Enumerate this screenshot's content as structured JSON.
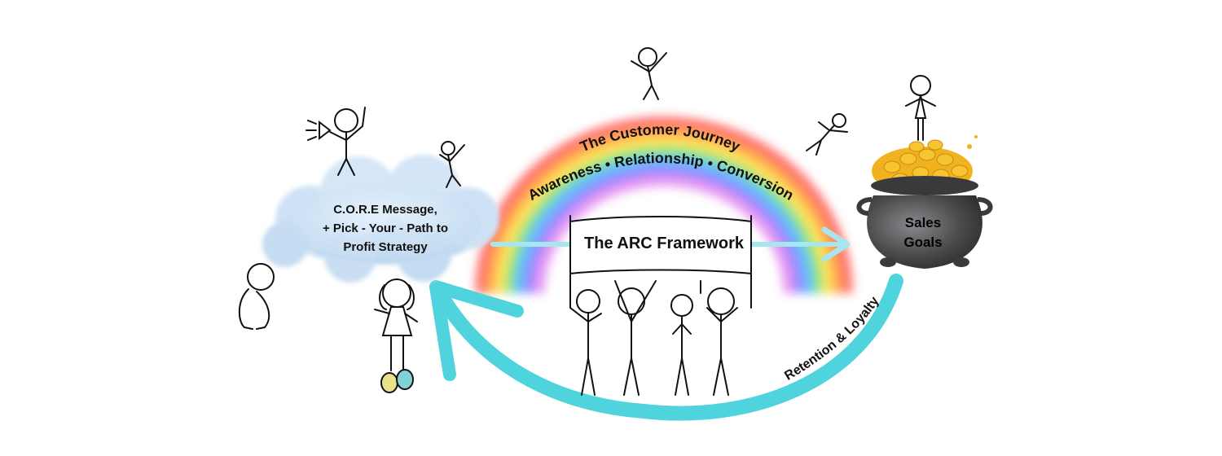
{
  "diagram": {
    "journey_title": "The Customer Journey",
    "journey_stages": "Awareness •  Relationship • Conversion",
    "cloud_lines": [
      "C.O.R.E Message,",
      "+ Pick - Your -  Path to",
      "Profit Strategy"
    ],
    "banner_label": "The ARC Framework",
    "pot_lines": [
      "Sales",
      "Goals"
    ],
    "return_arrow_label": "Retention & Loyalty"
  },
  "colors": {
    "rainbow": [
      "#ff5a5a",
      "#ff9a3c",
      "#ffe14a",
      "#7be36f",
      "#4fb3ff",
      "#8a7dff",
      "#e58cf2"
    ],
    "arrow_light": "#a8e6ee",
    "arrow_teal": "#4fd3dc",
    "cloud": "#bcd7f0",
    "pot": "#4a4a4c",
    "gold": "#f0b21e"
  },
  "icons": [
    "cloud-icon",
    "pot-of-gold-icon",
    "stick-figure-icon",
    "megaphone-icon",
    "banner-icon"
  ]
}
